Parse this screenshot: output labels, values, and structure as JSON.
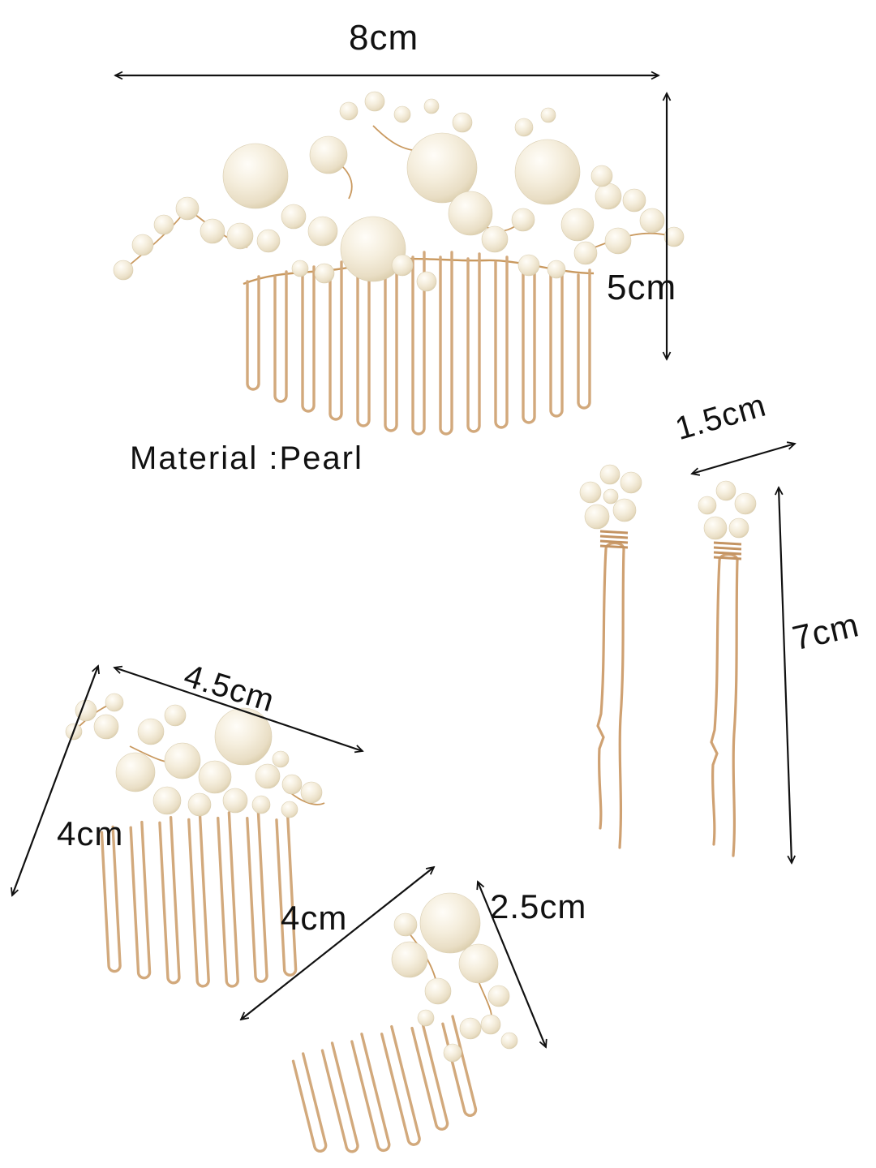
{
  "background": "#ffffff",
  "material_note": "Material :Pearl",
  "colors": {
    "gold_wire": "#d2a97c",
    "gold_deep": "#c49463",
    "pearl": "#f5eedd",
    "annotation_ink": "#111111"
  },
  "items": {
    "large_comb": {
      "width": "8cm",
      "height": "5cm"
    },
    "hair_pins": {
      "head_width": "1.5cm",
      "length": "7cm"
    },
    "medium_comb": {
      "width": "4.5cm",
      "height": "4cm"
    },
    "small_comb": {
      "width": "4cm",
      "height": "2.5cm"
    }
  }
}
